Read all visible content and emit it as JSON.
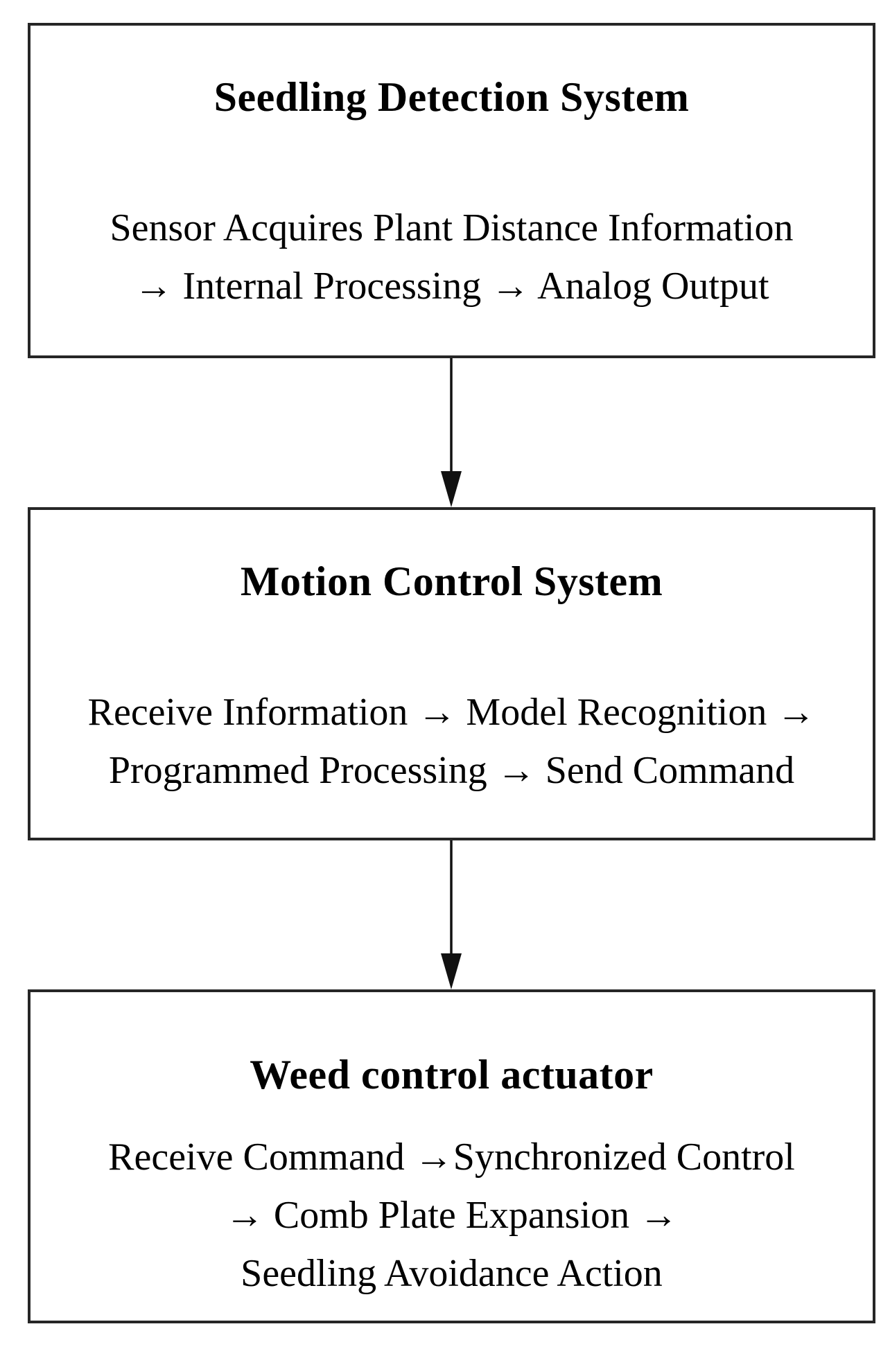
{
  "diagram": {
    "background_color": "#ffffff",
    "border_color": "#262626",
    "text_color": "#000000",
    "boxes": [
      {
        "title": "Seedling Detection System",
        "lines": [
          "Sensor Acquires Plant Distance Information",
          "→ Internal Processing → Analog Output"
        ]
      },
      {
        "title": "Motion Control System",
        "lines": [
          "Receive Information → Model Recognition →",
          "Programmed Processing → Send Command"
        ]
      },
      {
        "title": "Weed control actuator",
        "lines": [
          "Receive Command →Synchronized Control",
          "→ Comb Plate Expansion →",
          "Seedling Avoidance Action"
        ]
      }
    ],
    "connectors": [
      {
        "from": "Seedling Detection System",
        "to": "Motion Control System",
        "direction": "down"
      },
      {
        "from": "Motion Control System",
        "to": "Weed control actuator",
        "direction": "down"
      }
    ]
  }
}
